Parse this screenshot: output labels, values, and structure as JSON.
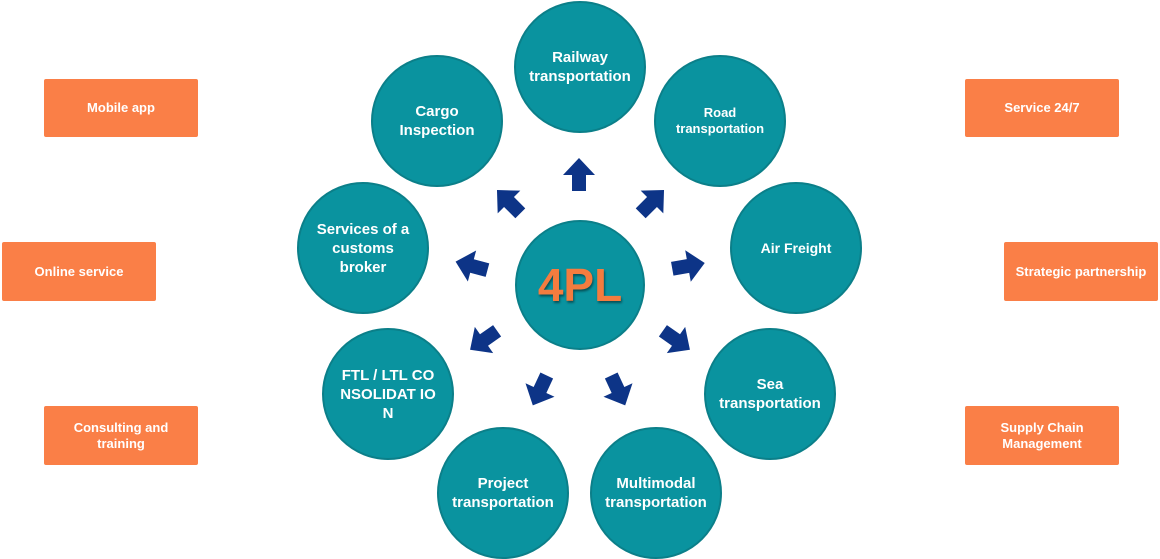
{
  "center": {
    "label": "4PL"
  },
  "services": [
    {
      "id": "railway",
      "label": "Railway transportation"
    },
    {
      "id": "road",
      "label": "Road transportation"
    },
    {
      "id": "air",
      "label": "Air Freight"
    },
    {
      "id": "sea",
      "label": "Sea transportation"
    },
    {
      "id": "multimodal",
      "label": "Multimodal transportation"
    },
    {
      "id": "project",
      "label": "Project transportation"
    },
    {
      "id": "ftl",
      "label": "FTL / LTL CONSOLIDAT ION"
    },
    {
      "id": "customs",
      "label": "Services of a customs broker"
    },
    {
      "id": "cargo",
      "label": "Cargo Inspection"
    }
  ],
  "left_features": [
    {
      "label": "Mobile app"
    },
    {
      "label": "Online service"
    },
    {
      "label": "Consulting and training"
    }
  ],
  "right_features": [
    {
      "label": "Service 24/7"
    },
    {
      "label": "Strategic partnership"
    },
    {
      "label": "Supply Chain Management"
    }
  ],
  "colors": {
    "circle_fill": "#0a939f",
    "circle_border": "#0b7f89",
    "box_fill": "#fa7f47",
    "arrow": "#0d3487",
    "center_text": "#f47c3f"
  }
}
